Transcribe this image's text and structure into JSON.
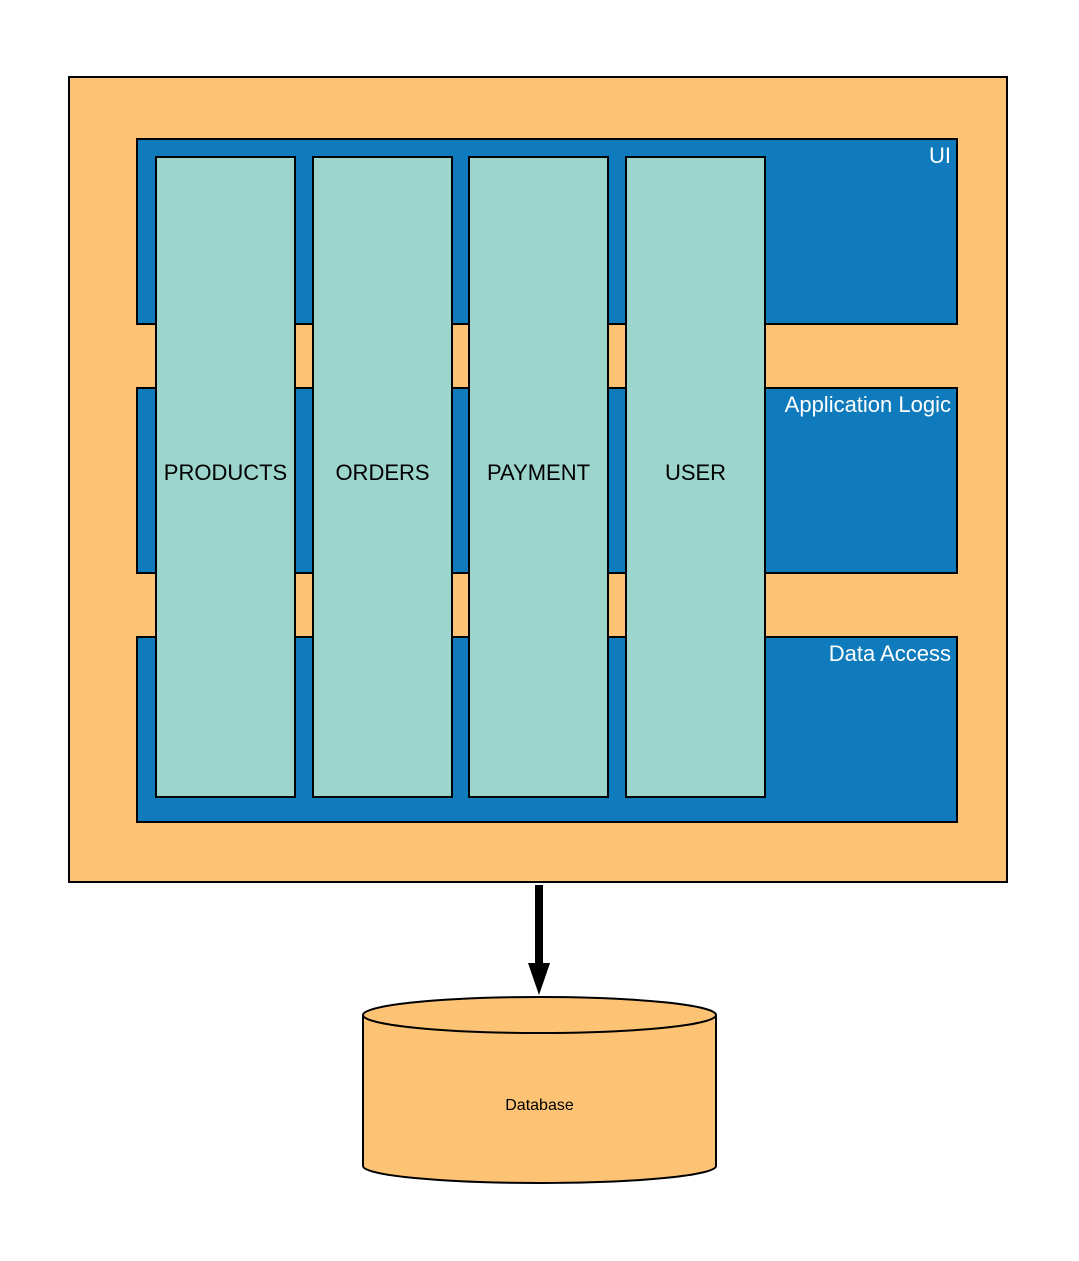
{
  "colors": {
    "container": "#FDC374",
    "layer": "#0F7BBC",
    "module": "#9BD5CC",
    "database": "#FDC374",
    "outline": "#000000",
    "layer_text": "#FFFFFF"
  },
  "layers": [
    {
      "label": "UI"
    },
    {
      "label": "Application Logic"
    },
    {
      "label": "Data Access"
    }
  ],
  "modules": [
    {
      "label": "PRODUCTS"
    },
    {
      "label": "ORDERS"
    },
    {
      "label": "PAYMENT"
    },
    {
      "label": "USER"
    }
  ],
  "database": {
    "label": "Database"
  }
}
